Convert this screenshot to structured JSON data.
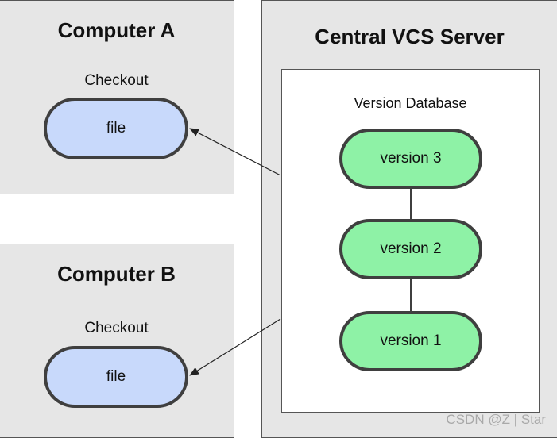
{
  "computer_a": {
    "title": "Computer A",
    "checkout_label": "Checkout",
    "file_label": "file"
  },
  "computer_b": {
    "title": "Computer B",
    "checkout_label": "Checkout",
    "file_label": "file"
  },
  "server": {
    "title": "Central VCS Server",
    "database_label": "Version Database",
    "versions": [
      "version 3",
      "version 2",
      "version 1"
    ]
  },
  "watermark": "CSDN @Z | Star",
  "colors": {
    "panel_bg": "#e6e6e6",
    "file_fill": "#c8d9fb",
    "version_fill": "#8ef2a6",
    "stroke": "#3f3f3f"
  }
}
